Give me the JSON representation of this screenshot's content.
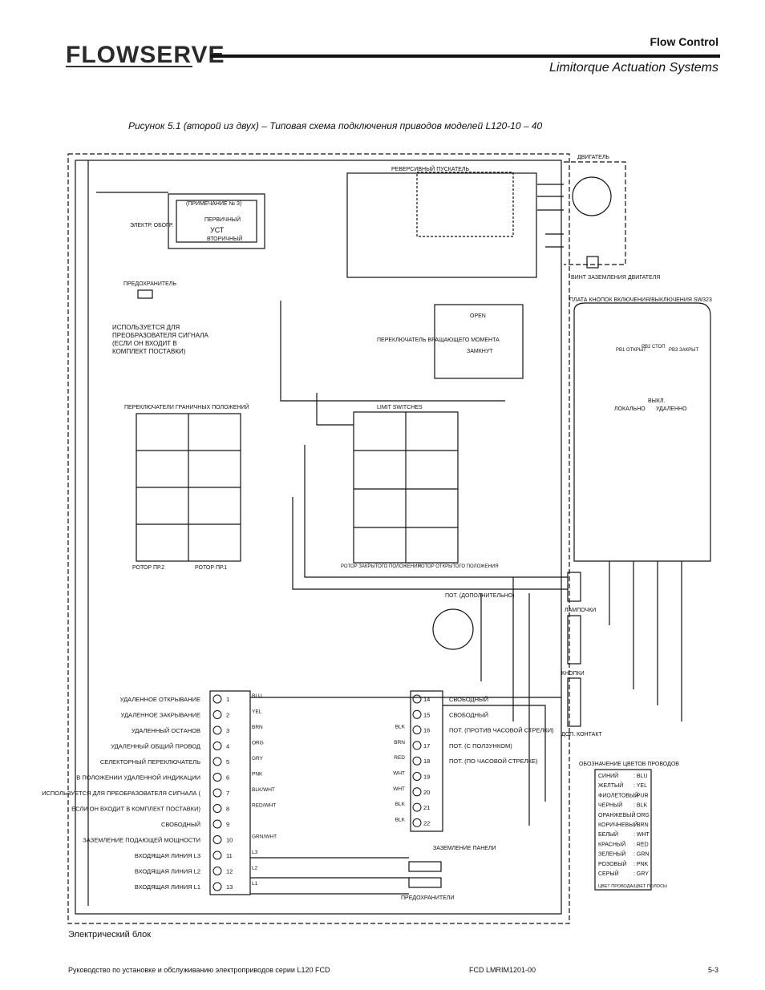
{
  "header": {
    "logo_text": "FLOWSERVE",
    "brand_line": "Flow Control",
    "subtitle": "Limitorque Actuation Systems"
  },
  "caption": "Рисунок 5.1 (второй из двух) – Типовая схема подключения приводов моделей L120-10 – 40",
  "diagram": {
    "motor_label": "ДВИГАТЕЛЬ",
    "reverser_label": "РЕВЕРСИВНЫЙ ПУСКАТЕЛЬ",
    "motor_screw": "ВИНТ ЗАЗЕМЛЕНИЯ ДВИГАТЕЛЯ",
    "pb_board": "ПЛАТА КНОПОК ВКЛЮЧЕНИЯ/ВЫКЛЮЧЕНИЯ SW323",
    "transformer_note": "(ПРИМЕЧАНИЕ № 3)",
    "transformer_primary": "ПЕРВИЧНЫЙ",
    "transformer_name": "УСТ",
    "transformer_secondary": "ВТОРИЧНЫЙ",
    "fuse_label": "ПРЕДОХРАНИТЕЛЬ",
    "heater_label": "ЭЛЕКТР. ОБОГР.",
    "converter_note": "ИСПОЛЬЗУЕТСЯ ДЛЯ ПРЕОБРАЗОВАТЕЛЯ СИГНАЛА (ЕСЛИ ОН ВХОДИТ В КОМПЛЕКТ ПОСТАВКИ)",
    "torque_switch": "ПЕРЕКЛЮЧАТЕЛЬ ВРАЩАЮЩЕГО МОМЕНТА",
    "torque_open": "OPEN",
    "torque_closed": "ЗАМКНУТ",
    "limit_switches_ru": "ПЕРЕКЛЮЧАТЕЛИ ГРАНИЧНЫХ ПОЛОЖЕНИЙ",
    "limit_switches_en": "LIMIT SWITCHES",
    "rotor2": "РОТОР ПР.2",
    "rotor1": "РОТОР ПР.1",
    "rotor_closed": "РОТОР ЗАКРЫТОГО ПОЛОЖЕНИЯ",
    "rotor_open": "РОТОР ОТКРЫТОГО ПОЛОЖЕНИЯ",
    "pot_label": "ПОТ. (ДОПОЛНИТЕЛЬНО)",
    "lamps": "ЛАМПОЧКИ",
    "buttons": "КНОПКИ",
    "aux_contact": "ДОП. КОНТАКТ",
    "local": "ЛОКАЛЬНО",
    "off": "ВЫКЛ.",
    "remote": "УДАЛЕННО",
    "pb1": "PB1 ОТКРЫТ",
    "pb2": "PB2 СТОП",
    "pb3": "PB3 ЗАКРЫТ",
    "panel_ground": "ЗАЗЕМЛЕНИЕ ПАНЕЛИ",
    "fuses": "ПРЕДОХРАНИТЕЛИ",
    "electrical_block": "Электрический блок"
  },
  "left_terminals": [
    {
      "n": "1",
      "label": "УДАЛЕННОЕ ОТКРЫВАНИЕ",
      "wire": "BLU"
    },
    {
      "n": "2",
      "label": "УДАЛЕННОЕ ЗАКРЫВАНИЕ",
      "wire": "YEL"
    },
    {
      "n": "3",
      "label": "УДАЛЕННЫЙ ОСТАНОВ",
      "wire": "BRN"
    },
    {
      "n": "4",
      "label": "УДАЛЕННЫЙ ОБЩИЙ ПРОВОД",
      "wire": "ORG"
    },
    {
      "n": "5",
      "label": "СЕЛЕКТОРНЫЙ ПЕРЕКЛЮЧАТЕЛЬ",
      "wire": "GRY"
    },
    {
      "n": "6",
      "label": "В ПОЛОЖЕНИИ УДАЛЕННОЙ ИНДИКАЦИИ",
      "wire": "PNK"
    },
    {
      "n": "7",
      "label": "ИСПОЛЬЗУЕТСЯ ДЛЯ ПРЕОБРАЗОВАТЕЛЯ СИГНАЛА (",
      "wire": "BLK/WHT"
    },
    {
      "n": "8",
      "label": "ЕСЛИ ОН ВХОДИТ В КОМПЛЕКТ ПОСТАВКИ)",
      "wire": "RED/WHT"
    },
    {
      "n": "9",
      "label": "СВОБОДНЫЙ",
      "wire": ""
    },
    {
      "n": "10",
      "label": "ЗАЗЕМЛЕНИЕ ПОДАЮЩЕЙ МОЩНОСТИ",
      "wire": "GRN/WHT"
    },
    {
      "n": "11",
      "label": "ВХОДЯЩАЯ ЛИНИЯ L3",
      "wire": "L3"
    },
    {
      "n": "12",
      "label": "ВХОДЯЩАЯ ЛИНИЯ L2",
      "wire": "L2"
    },
    {
      "n": "13",
      "label": "ВХОДЯЩАЯ ЛИНИЯ L1",
      "wire": "L1"
    }
  ],
  "right_terminals": [
    {
      "n": "14",
      "label": "СВОБОДНЫЙ",
      "wire": ""
    },
    {
      "n": "15",
      "label": "СВОБОДНЫЙ",
      "wire": ""
    },
    {
      "n": "16",
      "label": "ПОТ. (ПРОТИВ ЧАСОВОЙ СТРЕЛКИ)",
      "wire": "BLK"
    },
    {
      "n": "17",
      "label": "ПОТ. (С ПОЛЗУНКОМ)",
      "wire": "BRN"
    },
    {
      "n": "18",
      "label": "ПОТ. (ПО ЧАСОВОЙ СТРЕЛКЕ)",
      "wire": "RED"
    },
    {
      "n": "19",
      "label": "",
      "wire": "WHT"
    },
    {
      "n": "20",
      "label": "",
      "wire": "WHT"
    },
    {
      "n": "21",
      "label": "",
      "wire": "BLK"
    },
    {
      "n": "22",
      "label": "",
      "wire": "BLK"
    }
  ],
  "color_legend": {
    "title": "ОБОЗНАЧЕНИЕ ЦВЕТОВ ПРОВОДОВ",
    "rows": [
      {
        "ru": "СИНИЙ",
        "code": ": BLU"
      },
      {
        "ru": "ЖЕЛТЫЙ",
        "code": ": YEL"
      },
      {
        "ru": "ФИОЛЕТОВЫЙ",
        "code": ": PUR"
      },
      {
        "ru": "ЧЕРНЫЙ",
        "code": ": BLK"
      },
      {
        "ru": "ОРАНЖЕВЫЙ",
        "code": ": ORG"
      },
      {
        "ru": "КОРИЧНЕВЫЙ",
        "code": ": BRN"
      },
      {
        "ru": "БЕЛЫЙ",
        "code": ": WHT"
      },
      {
        "ru": "КРАСНЫЙ",
        "code": ": RED"
      },
      {
        "ru": "ЗЕЛЕНЫЙ",
        "code": ": GRN"
      },
      {
        "ru": "РОЗОВЫЙ",
        "code": ": PNK"
      },
      {
        "ru": "СЕРЫЙ",
        "code": ": GRY"
      }
    ],
    "footer": "ЦВЕТ ПРОВОДА/ЦВЕТ ПОЛОСЫ"
  },
  "footer": {
    "left": "Руководство по  установке и обслуживанию электроприводов серии L120 FCD",
    "center": "FCD LMRIM1201-00",
    "right": "5-3"
  }
}
